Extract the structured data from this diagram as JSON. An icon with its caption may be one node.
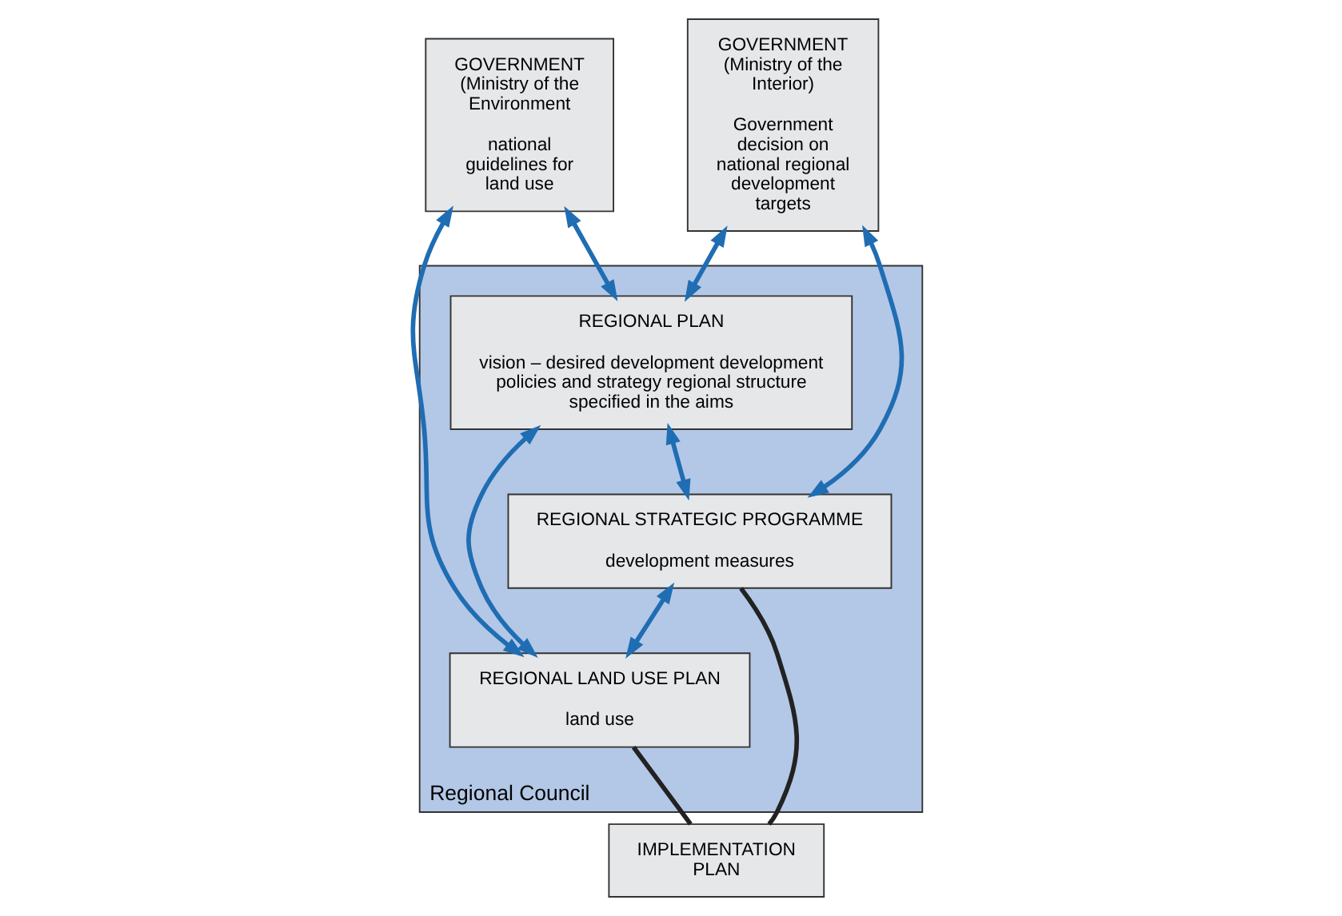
{
  "diagram": {
    "nodes": [
      {
        "text": [
          "Regional Council"
        ]
      },
      {
        "text": [
          "REGIONAL PLAN",
          "vision – desired development development policies and strategy regional structure specified in the aims"
        ],
        "in": 0
      },
      {
        "text": [
          "REGIONAL STRATEGIC PROGRAMME",
          "development measures"
        ],
        "in": 0
      },
      {
        "text": [
          "REGIONAL LAND USE PLAN",
          "land use"
        ],
        "in": 0
      },
      {
        "text": [
          "GOVERNMENT (Ministry of the Interior)",
          "Government decision on national regional development targets"
        ]
      },
      {
        "text": [
          "GOVERNMENT (Ministry of the Environment",
          "national guidelines for land use"
        ]
      },
      {
        "text": [
          "IMPLEMENTATION PLAN"
        ]
      }
    ],
    "edges": [
      {
        "from": 4,
        "to": 1,
        "arrow": "both"
      },
      {
        "from": 4,
        "to": 2,
        "arrow": "both"
      },
      {
        "from": 1,
        "to": 2,
        "arrow": "both"
      },
      {
        "from": 1,
        "to": 3,
        "arrow": "both"
      },
      {
        "from": 2,
        "to": 3,
        "arrow": "both"
      },
      {
        "from": 5,
        "to": 1,
        "arrow": "both"
      },
      {
        "from": 5,
        "to": 3,
        "arrow": "both"
      },
      {
        "from": 2,
        "to": 6,
        "arrow": "none",
        "color": "#222222"
      },
      {
        "from": 3,
        "to": 6,
        "arrow": "none",
        "color": "#222222"
      }
    ]
  }
}
